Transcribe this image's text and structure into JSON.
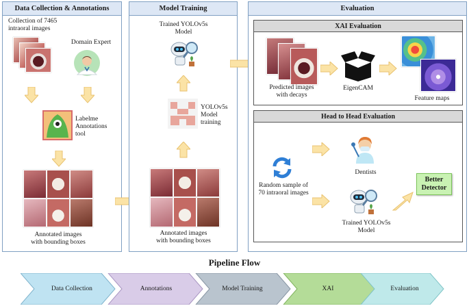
{
  "panels": {
    "data": {
      "title": "Data Collection & Annotations",
      "collection": "Collection of 7465\nintraoral images",
      "expert": "Domain Expert",
      "tool": "Labelme\nAnnotations\ntool",
      "annotated": "Annotated images\nwith bounding boxes"
    },
    "training": {
      "title": "Model Training",
      "trained": "Trained YOLOv5s\nModel",
      "training": "YOLOv5s\nModel\ntraining",
      "annotated": "Annotated images\nwith bounding boxes"
    },
    "evaluation": {
      "title": "Evaluation",
      "xai": {
        "title": "XAI Evaluation",
        "predicted": "Predicted images\nwith decays",
        "eigencam": "EigenCAM",
        "feature": "Feature maps"
      },
      "h2h": {
        "title": "Head to Head Evaluation",
        "random": "Random sample of\n70 intraoral images",
        "dentists": "Dentists",
        "trained": "Trained YOLOv5s\nModel",
        "better": "Better\nDetector"
      }
    }
  },
  "pipeline": {
    "title": "Pipeline Flow",
    "steps": [
      {
        "label": "Data Collection",
        "color": "#bfe3f2"
      },
      {
        "label": "Annotations",
        "color": "#d9cce8"
      },
      {
        "label": "Model Training",
        "color": "#b9c4ce"
      },
      {
        "label": "XAI",
        "color": "#b4dc98"
      },
      {
        "label": "Evaluation",
        "color": "#bfe9ea"
      }
    ]
  },
  "colors": {
    "arrow": "#fbe3a6",
    "arrow_stroke": "#e8c270",
    "panel_head": "#dde7f5"
  }
}
